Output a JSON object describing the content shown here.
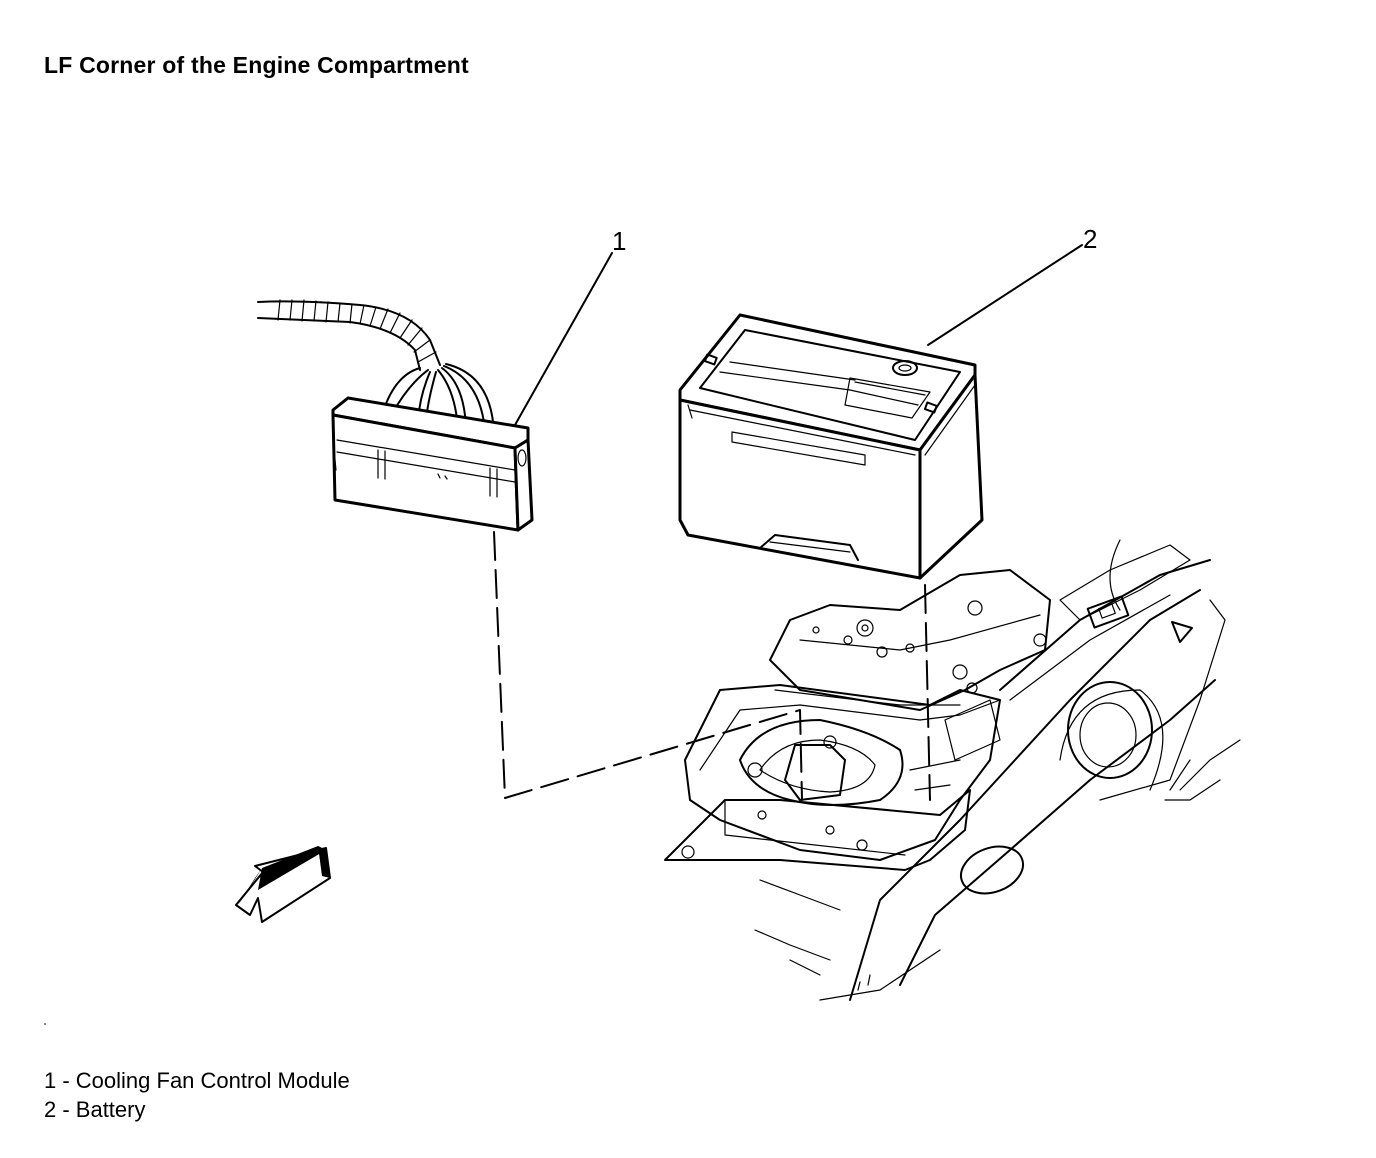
{
  "title": "LF Corner of the Engine Compartment",
  "callouts": [
    {
      "number": "1"
    },
    {
      "number": "2"
    }
  ],
  "legend": [
    {
      "text": "1 - Cooling Fan Control Module"
    },
    {
      "text": "2 - Battery"
    }
  ],
  "icons": {
    "direction_arrow": "forward-arrow-icon"
  }
}
